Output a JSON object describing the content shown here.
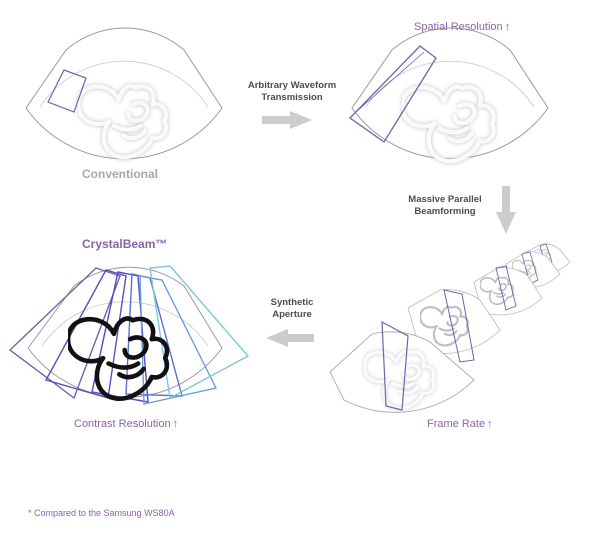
{
  "labels": {
    "conventional": "Conventional",
    "spatial_resolution": "Spatial Resolution",
    "arbitrary_waveform_line1": "Arbitrary Waveform",
    "arbitrary_waveform_line2": "Transmission",
    "massive_parallel_line1": "Massive Parallel",
    "massive_parallel_line2": "Beamforming",
    "crystalbeam": "CrystalBeam™",
    "synthetic_aperture_line1": "Synthetic",
    "synthetic_aperture_line2": "Aperture",
    "contrast_resolution": "Contrast Resolution",
    "frame_rate": "Frame Rate",
    "footnote": "* Compared to the Samsung WS80A",
    "up_arrow": "↑"
  },
  "colors": {
    "gray_text": "#a8a8a8",
    "purple_text": "#8a63a8",
    "dark_text": "#4d4d4d",
    "fan_outline": "#9a9a9a",
    "arrow_gray": "#cccccc",
    "beam_purple": "#7b5ea8",
    "beam_blue": "#4a4fc4",
    "beam_light_blue": "#7ec7e0"
  },
  "icons": [
    "right-arrow-icon",
    "down-arrow-icon",
    "left-arrow-icon",
    "up-arrow-icon",
    "fetus-icon"
  ]
}
